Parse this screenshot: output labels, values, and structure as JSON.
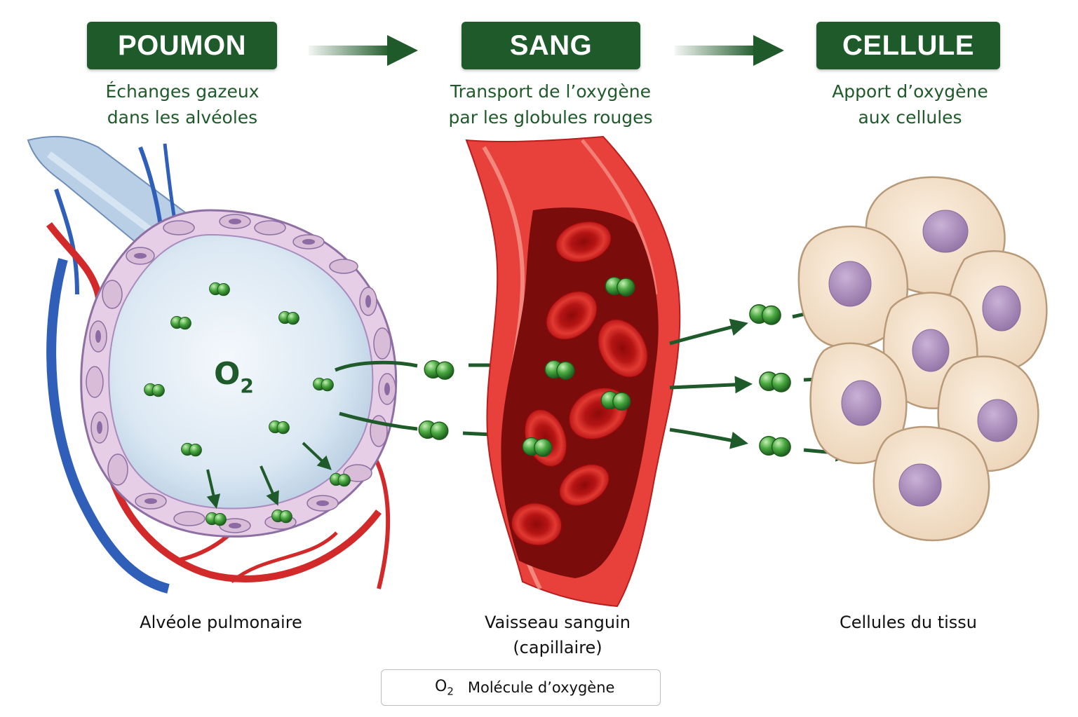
{
  "colors": {
    "header_bg": "#1f5a2a",
    "header_text": "#ffffff",
    "subtitle_text": "#1f5a2a",
    "oxygen_molecule": "#3f9a3a",
    "arrow": "#1f5a2a",
    "vein": "#2f5fb8",
    "artery": "#d22a2a",
    "blood_cell": "#c61a1a",
    "tissue_cell": "#f4e2cc",
    "nucleus": "#a887b8"
  },
  "stages": [
    {
      "title": "POUMON",
      "subtitle_lines": [
        "Échanges gazeux",
        "dans les alvéoles"
      ],
      "caption_lines": [
        "Alvéole pulmonaire"
      ]
    },
    {
      "title": "SANG",
      "subtitle_lines": [
        "Transport de l’oxygène",
        "par les globules rouges"
      ],
      "caption_lines": [
        "Vaisseau sanguin",
        "(capillaire)"
      ]
    },
    {
      "title": "CELLULE",
      "subtitle_lines": [
        "Apport d’oxygène",
        "aux cellules"
      ],
      "caption_lines": [
        "Cellules du tissu"
      ]
    }
  ],
  "alveole": {
    "label_main": "O",
    "label_sub": "2"
  },
  "legend": {
    "symbol": "O",
    "symbol_sub": "2",
    "text": "Molécule d’oxygène",
    "icon": "oxygen-molecule-icon"
  },
  "icons": [
    "flow-arrow-icon",
    "oxygen-molecule-icon"
  ]
}
